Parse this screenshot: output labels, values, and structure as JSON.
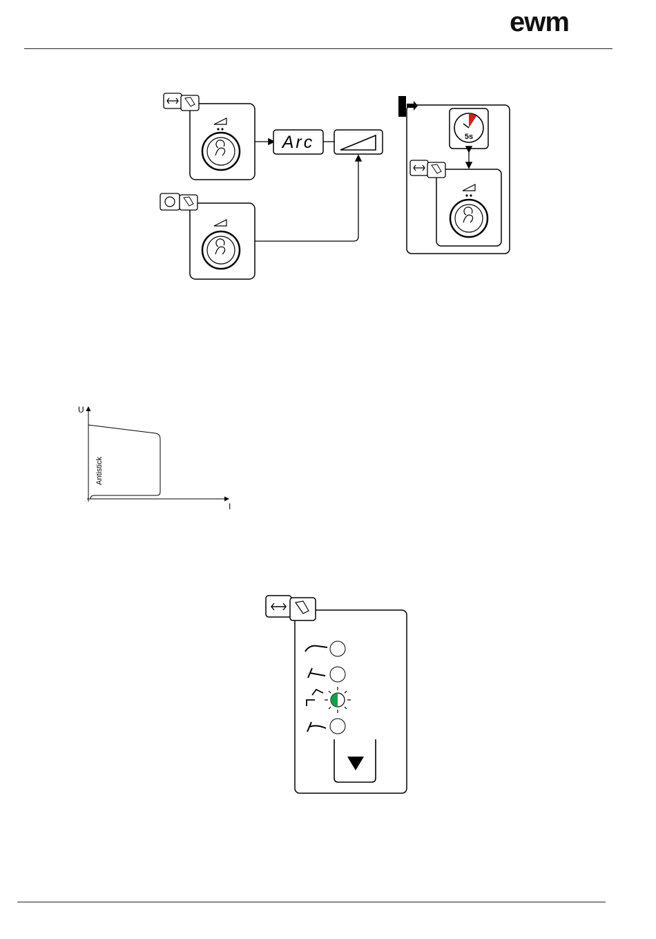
{
  "header": {
    "logo_text": "ewm"
  },
  "diagram_setup": {
    "display_text": "Arc",
    "timer_label": "5s",
    "colors": {
      "timer_accent": "#d32020"
    }
  },
  "characteristic_chart": {
    "y_axis_label": "U",
    "x_axis_label": "I",
    "curve_label": "Antistick"
  },
  "mode_panel": {
    "leds": [
      "off",
      "off",
      "on-flashing",
      "off"
    ],
    "colors": {
      "led_on": "#1e9a4a"
    },
    "button_icon": "triangle-down-icon"
  }
}
